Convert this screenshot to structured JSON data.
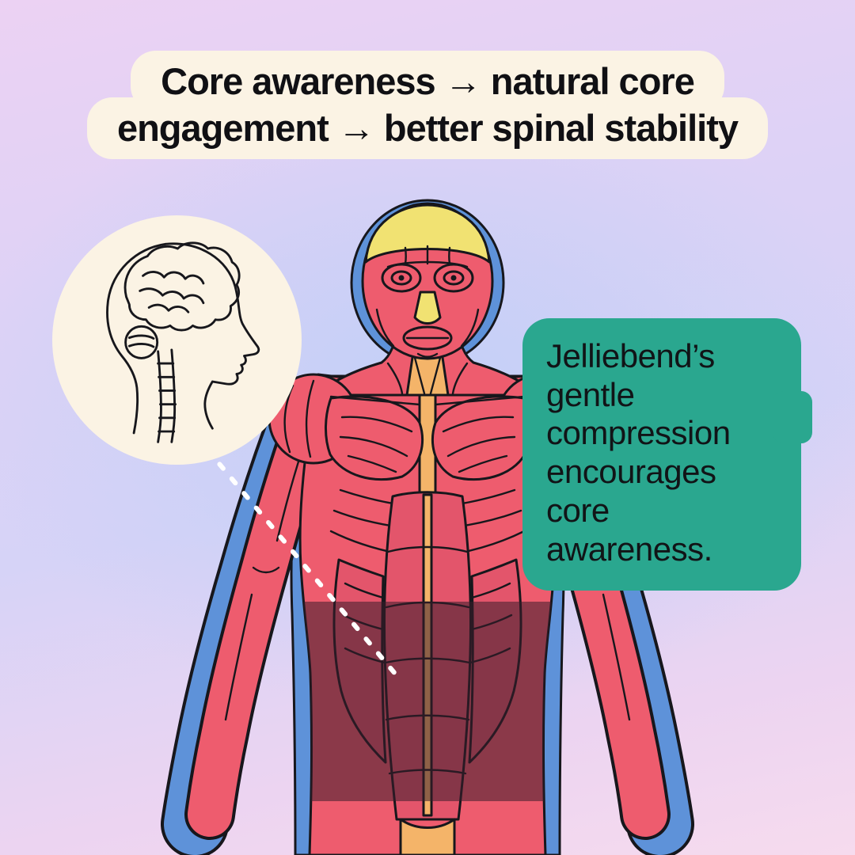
{
  "headline": {
    "line1": "Core awareness → natural core",
    "line2": "engagement → better spinal stability"
  },
  "callout": {
    "lines": [
      "Jelliebend’s",
      "gentle",
      "compression",
      "encourages",
      "core awareness."
    ]
  },
  "illustrations": {
    "brain_circle": "line-art side profile head with brain and spine",
    "figure": "front-view anatomical muscle figure",
    "band": "dark compression band over core",
    "connector": "white dashed line from brain to core"
  },
  "colors": {
    "bg-top": "#ecd2f3",
    "bg-mid": "#c3cff7",
    "bg-bottom": "#f6dbee",
    "cream": "#fbf3e4",
    "teal": "#2aa78f",
    "ink": "#17171c",
    "red": "#ee5c6e",
    "red2": "#e3556b",
    "blue": "#5e92d9",
    "yellow": "#f1e272",
    "orange": "#f4b469",
    "band": "#3a1e2b",
    "dash": "#ffffff"
  }
}
